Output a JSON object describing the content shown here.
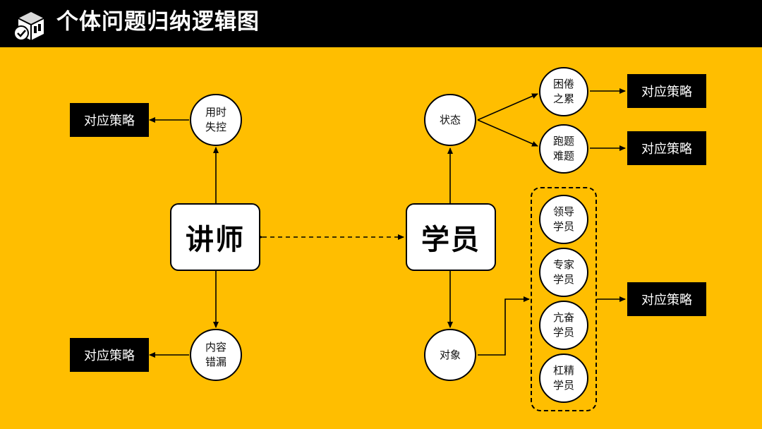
{
  "header": {
    "title": "个体问题归纳逻辑图",
    "logo_icon": "box-check-icon"
  },
  "colors": {
    "background": "#FFBE00",
    "header": "#000000",
    "node": "#FFFFFF",
    "strategy": "#000000",
    "line": "#000000"
  },
  "lecturer": {
    "label": "讲师",
    "issue_top": "用时失控",
    "issue_bottom": "内容错漏",
    "strategy_top": "对应策略",
    "strategy_bottom": "对应策略"
  },
  "student": {
    "label": "学员",
    "state": {
      "label": "状态",
      "children": [
        {
          "label": "困倦之累",
          "strategy": "对应策略"
        },
        {
          "label": "跑题难题",
          "strategy": "对应策略"
        }
      ]
    },
    "object": {
      "label": "对象",
      "children": [
        "领导学员",
        "专家学员",
        "亢奋学员",
        "杠精学员"
      ],
      "strategy": "对应策略"
    }
  }
}
